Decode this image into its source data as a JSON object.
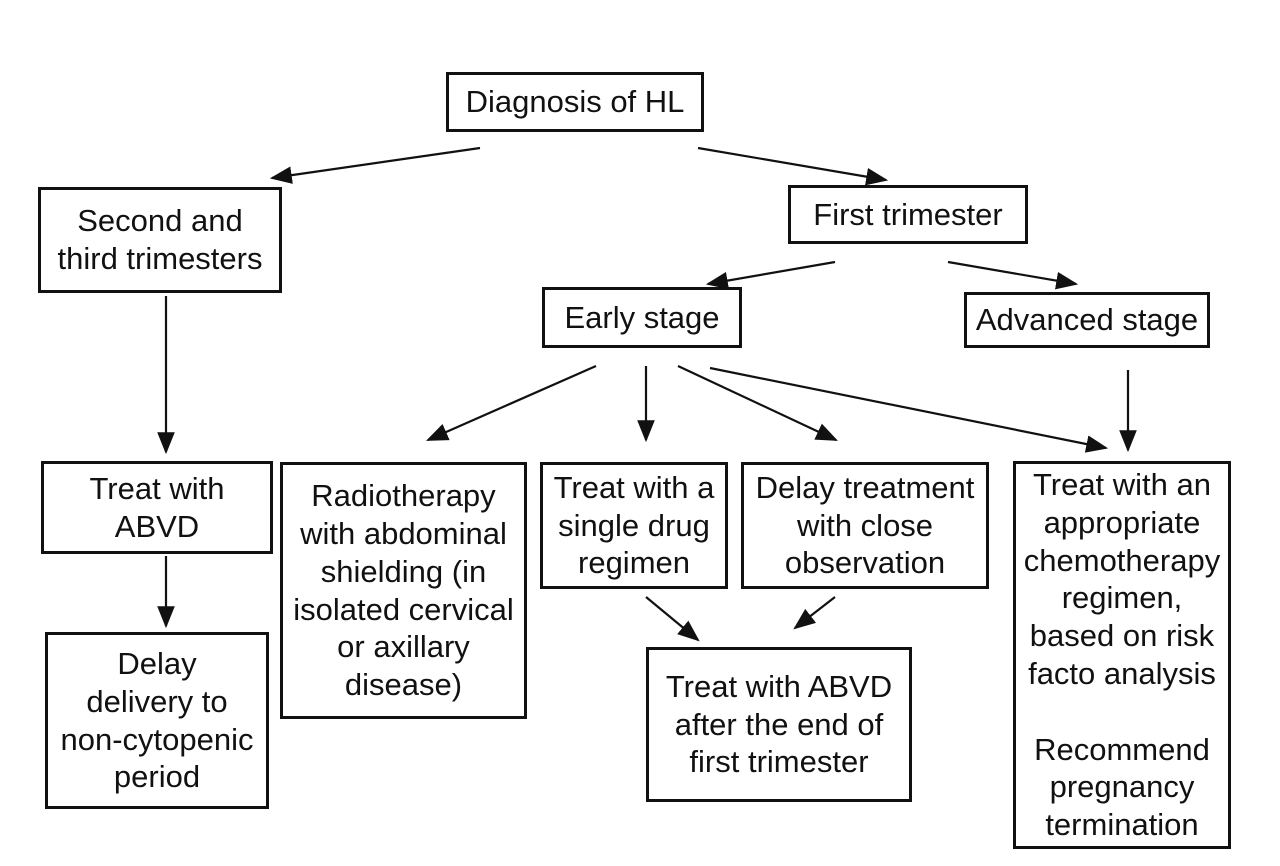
{
  "nodes": {
    "diagnosis": "Diagnosis of HL",
    "second_third": "Second and\nthird trimesters",
    "first_trimester": "First trimester",
    "early_stage": "Early stage",
    "advanced_stage": "Advanced stage",
    "treat_abvd": "Treat with\nABVD",
    "delay_delivery": "Delay\ndelivery to\nnon-cytopenic\nperiod",
    "radiotherapy": "Radiotherapy\nwith abdominal\nshielding (in\nisolated cervical\nor axillary\ndisease)",
    "single_drug": "Treat with a\nsingle drug\nregimen",
    "delay_treatment": "Delay treatment\nwith close\nobservation",
    "treat_abvd_after": "Treat with ABVD\nafter the end of\nfirst trimester",
    "chemo": "Treat with an\nappropriate\nchemotherapy\nregimen,\nbased on risk\nfacto analysis\n\nRecommend\npregnancy\ntermination"
  },
  "edges": [
    {
      "from": "diagnosis",
      "to": "second_third"
    },
    {
      "from": "diagnosis",
      "to": "first_trimester"
    },
    {
      "from": "second_third",
      "to": "treat_abvd"
    },
    {
      "from": "treat_abvd",
      "to": "delay_delivery"
    },
    {
      "from": "first_trimester",
      "to": "early_stage"
    },
    {
      "from": "first_trimester",
      "to": "advanced_stage"
    },
    {
      "from": "early_stage",
      "to": "radiotherapy"
    },
    {
      "from": "early_stage",
      "to": "single_drug"
    },
    {
      "from": "early_stage",
      "to": "delay_treatment"
    },
    {
      "from": "early_stage",
      "to": "chemo"
    },
    {
      "from": "advanced_stage",
      "to": "chemo"
    },
    {
      "from": "single_drug",
      "to": "treat_abvd_after"
    },
    {
      "from": "delay_treatment",
      "to": "treat_abvd_after"
    }
  ],
  "colors": {
    "line": "#111111",
    "background": "#ffffff"
  }
}
